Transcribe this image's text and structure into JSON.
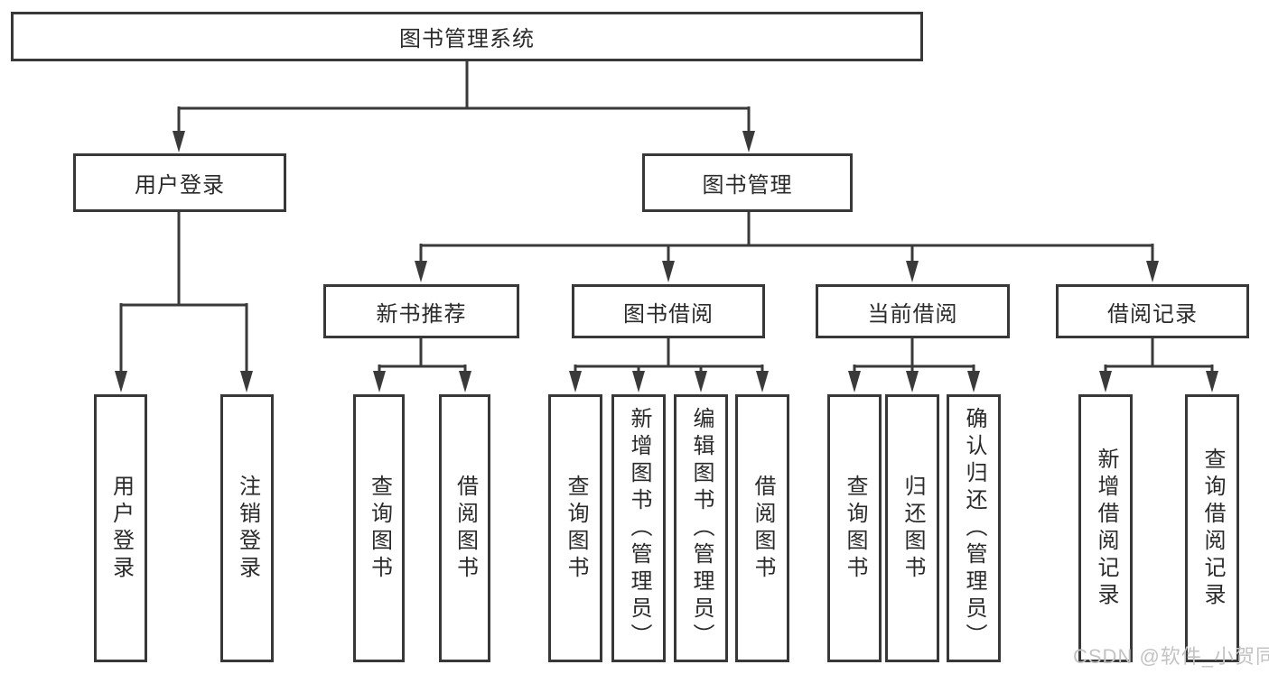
{
  "diagram": {
    "type": "hierarchy",
    "orientation": "top-down"
  },
  "tree": {
    "label": "图书管理系统",
    "children": [
      {
        "label": "用户登录",
        "children": [
          {
            "label": "用户登录"
          },
          {
            "label": "注销登录"
          }
        ]
      },
      {
        "label": "图书管理",
        "children": [
          {
            "label": "新书推荐",
            "children": [
              {
                "label": "查询图书"
              },
              {
                "label": "借阅图书"
              }
            ]
          },
          {
            "label": "图书借阅",
            "children": [
              {
                "label": "查询图书"
              },
              {
                "label": "新增图书（管理员）"
              },
              {
                "label": "编辑图书（管理员）"
              },
              {
                "label": "借阅图书"
              }
            ]
          },
          {
            "label": "当前借阅",
            "children": [
              {
                "label": "查询图书"
              },
              {
                "label": "归还图书"
              },
              {
                "label": "确认归还（管理员）"
              }
            ]
          },
          {
            "label": "借阅记录",
            "children": [
              {
                "label": "新增借阅记录"
              },
              {
                "label": "查询借阅记录"
              }
            ]
          }
        ]
      }
    ]
  },
  "watermark": {
    "text": "CSDN @软件_小贺同学"
  },
  "colors": {
    "background": "#ffffff",
    "line": "#3a3a3a",
    "box_border": "#383838",
    "text": "#2a2a2a",
    "watermark": "#c3c3c3"
  }
}
